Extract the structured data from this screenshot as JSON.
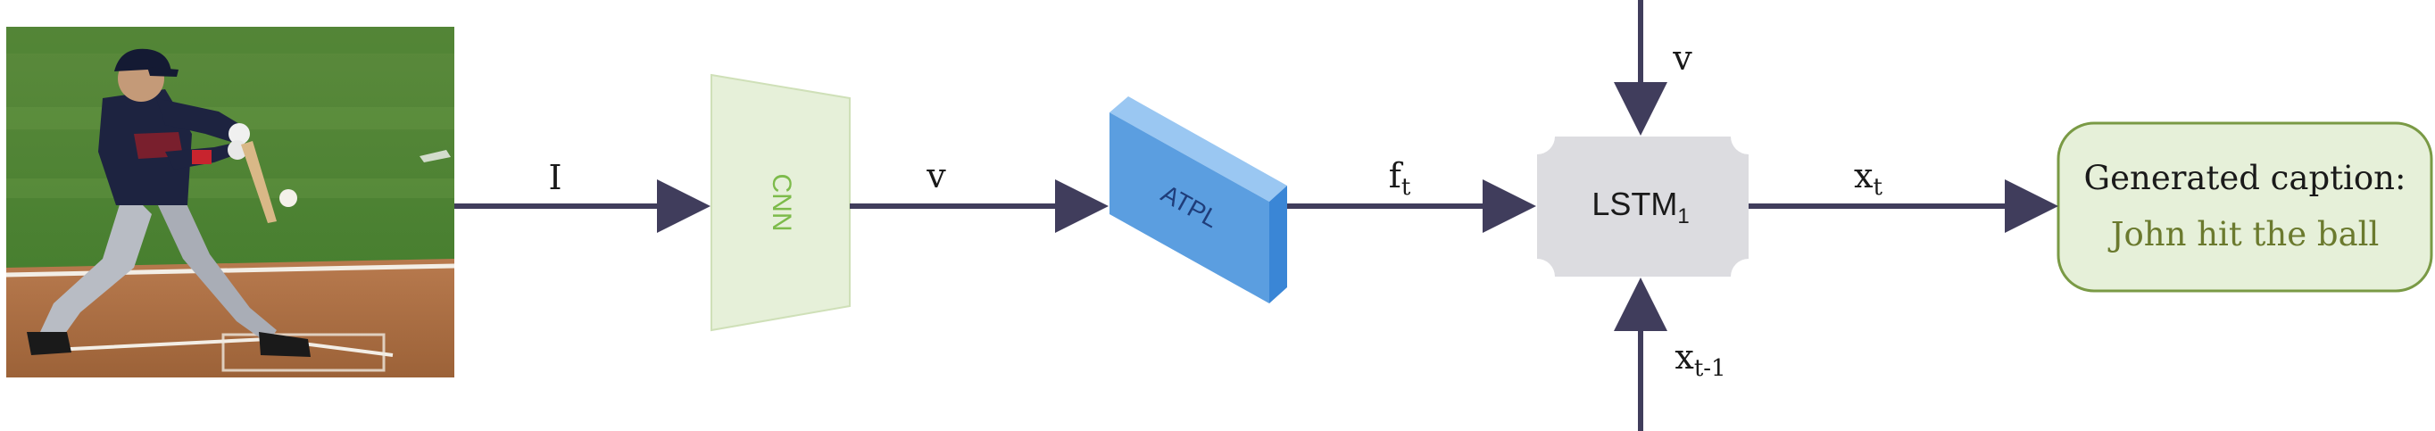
{
  "nodes": {
    "input_image": {
      "icon": "baseball-batter-photo"
    },
    "cnn": {
      "label": "CNN",
      "fill": "#e6f0d9",
      "text_color": "#7dbb4b"
    },
    "atpl": {
      "label": "ATPL",
      "front_color": "#5b9ee0",
      "top_color": "#9ac7f2",
      "side_color": "#3a86d6",
      "text_color": "#1f3d7a"
    },
    "lstm": {
      "label": "LSTM",
      "subscript": "1",
      "fill": "#dcdce0"
    },
    "caption": {
      "title": "Generated caption:",
      "text": "John hit the ball",
      "fill": "#e6f0d9",
      "border": "#7a9a45",
      "text_color": "#6b7a2e"
    }
  },
  "edges": {
    "image_to_cnn": {
      "label": "I"
    },
    "cnn_to_atpl": {
      "label": "v"
    },
    "atpl_to_lstm": {
      "label": "f",
      "subscript": "t"
    },
    "lstm_to_caption": {
      "label": "x",
      "subscript": "t"
    },
    "top_to_lstm": {
      "label": "v"
    },
    "bottom_to_lstm": {
      "label": "x",
      "subscript": "t-1"
    }
  },
  "colors": {
    "arrow": "#403d5c"
  }
}
